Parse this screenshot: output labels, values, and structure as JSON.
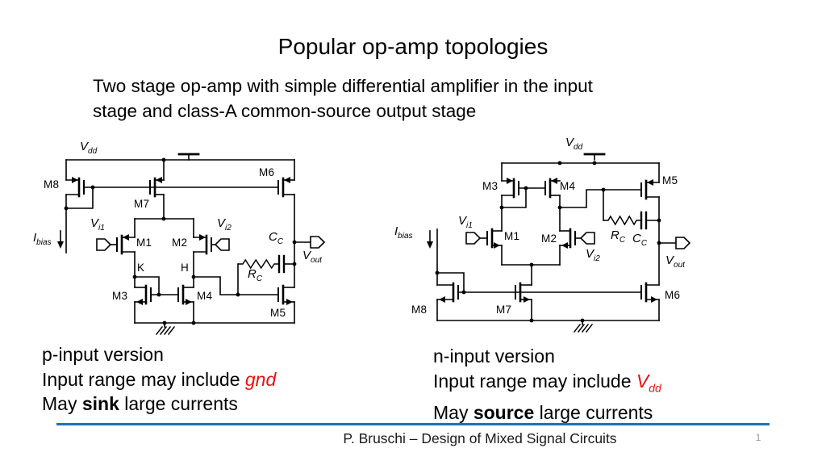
{
  "slide": {
    "title": "Popular op-amp topologies",
    "subtitle_lines": [
      "Two stage op-amp with simple differential amplifier in the input",
      "stage and class-A common-source output stage"
    ]
  },
  "left_circuit": {
    "caption": {
      "line1": "p-input version",
      "line2_prefix": "Input range may include ",
      "line2_highlight": "gnd",
      "line3_prefix": "May ",
      "line3_bold": "sink",
      "line3_suffix": " large currents"
    },
    "labels": {
      "vdd_base": "V",
      "vdd_sub": "dd",
      "vi1_base": "V",
      "vi1_sub": "i1",
      "vi2_base": "V",
      "vi2_sub": "i2",
      "vout_base": "V",
      "vout_sub": "out",
      "ibias_base": "I",
      "ibias_sub": "bias",
      "rc_base": "R",
      "rc_sub": "C",
      "cc_base": "C",
      "cc_sub": "C",
      "m1": "M1",
      "m2": "M2",
      "m3": "M3",
      "m4": "M4",
      "m5": "M5",
      "m6": "M6",
      "m7": "M7",
      "m8": "M8",
      "node_k": "K",
      "node_h": "H"
    }
  },
  "right_circuit": {
    "caption": {
      "line1": "n-input version",
      "line2_prefix": "Input range may include ",
      "line2_highlight_base": "V",
      "line2_highlight_sub": "dd",
      "line3_prefix": "May ",
      "line3_bold": "source",
      "line3_suffix": " large currents"
    },
    "labels": {
      "vdd_base": "V",
      "vdd_sub": "dd",
      "vi1_base": "V",
      "vi1_sub": "i1",
      "vi2_base": "V",
      "vi2_sub": "i2",
      "vout_base": "V",
      "vout_sub": "out",
      "ibias_base": "I",
      "ibias_sub": "bias",
      "rc_base": "R",
      "rc_sub": "C",
      "cc_base": "C",
      "cc_sub": "C",
      "m1": "M1",
      "m2": "M2",
      "m3": "M3",
      "m4": "M4",
      "m5": "M5",
      "m6": "M6",
      "m7": "M7",
      "m8": "M8"
    }
  },
  "footer": {
    "credit": "P. Bruschi – Design of Mixed Signal Circuits",
    "page": "1"
  }
}
